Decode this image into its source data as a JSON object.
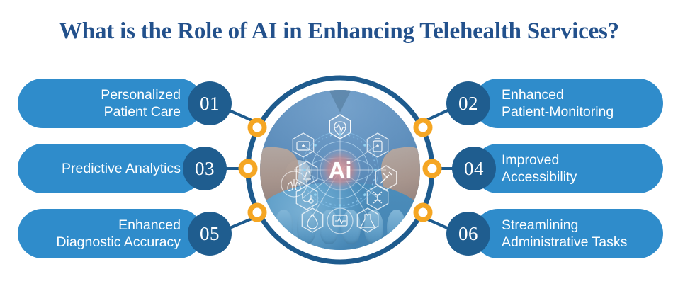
{
  "title": "What is the Role of AI in Enhancing Telehealth Services?",
  "colors": {
    "title_blue": "#23518c",
    "card_blue": "#2f8ccb",
    "badge_navy": "#1f5d8f",
    "ring_navy": "#1e5b8e",
    "node_orange": "#f5a623",
    "label_white": "#ffffff",
    "background": "#ffffff"
  },
  "center": {
    "label": "Ai",
    "alt": "doctor in blue scrubs with gloved cupped hands holding holographic AI medical interface",
    "hologram_icons": [
      "heart-rate-icon",
      "first-aid-kit-icon",
      "medicine-bottle-icon",
      "microscope-icon",
      "dna-icon",
      "lungs-icon",
      "syringe-icon",
      "stethoscope-icon",
      "blood-drop-icon",
      "monitor-icon",
      "flask-icon",
      "pill-icon"
    ]
  },
  "items": [
    {
      "number": "01",
      "label": "Personalized\nPatient Care",
      "side": "left"
    },
    {
      "number": "02",
      "label": "Enhanced\nPatient-Monitoring",
      "side": "right"
    },
    {
      "number": "03",
      "label": "Predictive Analytics",
      "side": "left"
    },
    {
      "number": "04",
      "label": "Improved\nAccessibility",
      "side": "right"
    },
    {
      "number": "05",
      "label": "Enhanced\nDiagnostic Accuracy",
      "side": "left"
    },
    {
      "number": "06",
      "label": "Streamlining\nAdministrative Tasks",
      "side": "right"
    }
  ]
}
